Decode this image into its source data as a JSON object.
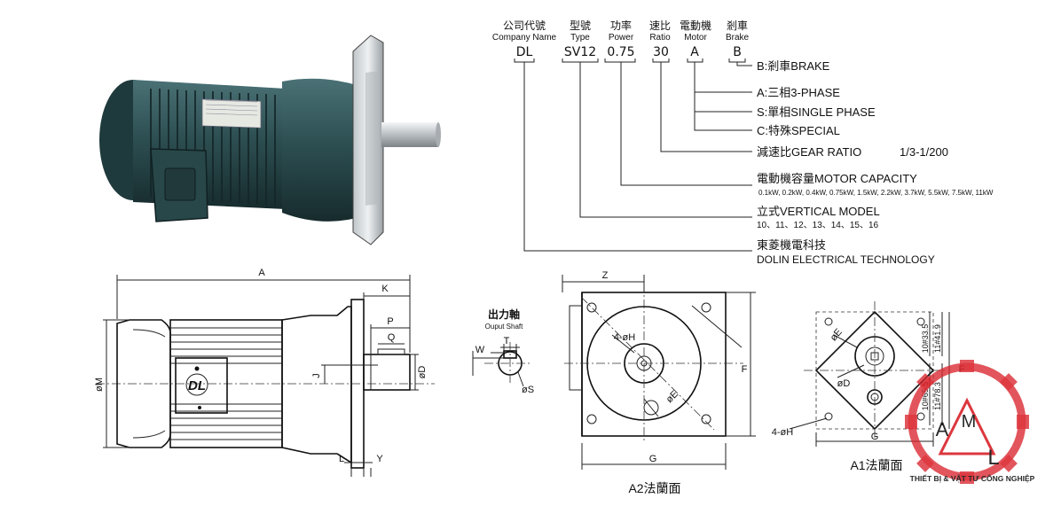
{
  "model_code": {
    "headers": [
      {
        "cn": "公司代號",
        "en": "Company Name",
        "value": "DL"
      },
      {
        "cn": "型號",
        "en": "Type",
        "value": "SV12"
      },
      {
        "cn": "功率",
        "en": "Power",
        "value": "0.75"
      },
      {
        "cn": "速比",
        "en": "Ratio",
        "value": "30"
      },
      {
        "cn": "電動機",
        "en": "Motor",
        "value": "A"
      },
      {
        "cn": "剎車",
        "en": "Brake",
        "value": "B"
      }
    ],
    "brake_label": "B:剎車BRAKE",
    "motor_options": [
      "A:三相3-PHASE",
      "S:單相SINGLE PHASE",
      "C:特殊SPECIAL"
    ],
    "ratio_label": "減速比GEAR RATIO",
    "ratio_range": "1/3-1/200",
    "capacity_label": "電動機容量MOTOR  CAPACITY",
    "capacity_values": "0.1kW, 0.2kW, 0.4kW, 0.75kW, 1.5kW, 2.2kW, 3.7kW, 5.5kW, 7.5kW, 11kW",
    "model_label": "立式VERTICAL MODEL",
    "model_values": "10、11、12、13、14、15、16",
    "company_label": "東菱機電科技",
    "company_en": "DOLIN ELECTRICAL TECHNOLOGY"
  },
  "side_view": {
    "dims": {
      "A": "A",
      "K": "K",
      "P": "P",
      "Q": "Q",
      "M": "øM",
      "J": "J",
      "D": "øD",
      "L": "L",
      "Y": "Y"
    },
    "logo": "DL"
  },
  "shaft": {
    "title_cn": "出力軸",
    "title_en": "Ouput Shaft",
    "W": "W",
    "T": "T",
    "S": "øS"
  },
  "a2_flange": {
    "caption": "A2法蘭面",
    "Z": "Z",
    "H": "4-øH",
    "E": "øE",
    "F": "F",
    "G": "G"
  },
  "a1_flange": {
    "caption": "A1法蘭面",
    "E": "øE",
    "D": "øD",
    "H": "4-øH",
    "G": "G",
    "F": "F",
    "v1": "10#33.5",
    "v2": "11#41.9",
    "v3": "10#65.5",
    "v4": "11#78.3"
  },
  "watermark": {
    "letters": [
      "A",
      "M",
      "L"
    ],
    "tagline": "THIẾT BỊ & VẬT TƯ CÔNG NGHIỆP",
    "color": "#d9222a"
  },
  "colors": {
    "motor_body": "#2d4f52",
    "motor_dark": "#1c3538",
    "shaft": "#cfd3d6"
  }
}
